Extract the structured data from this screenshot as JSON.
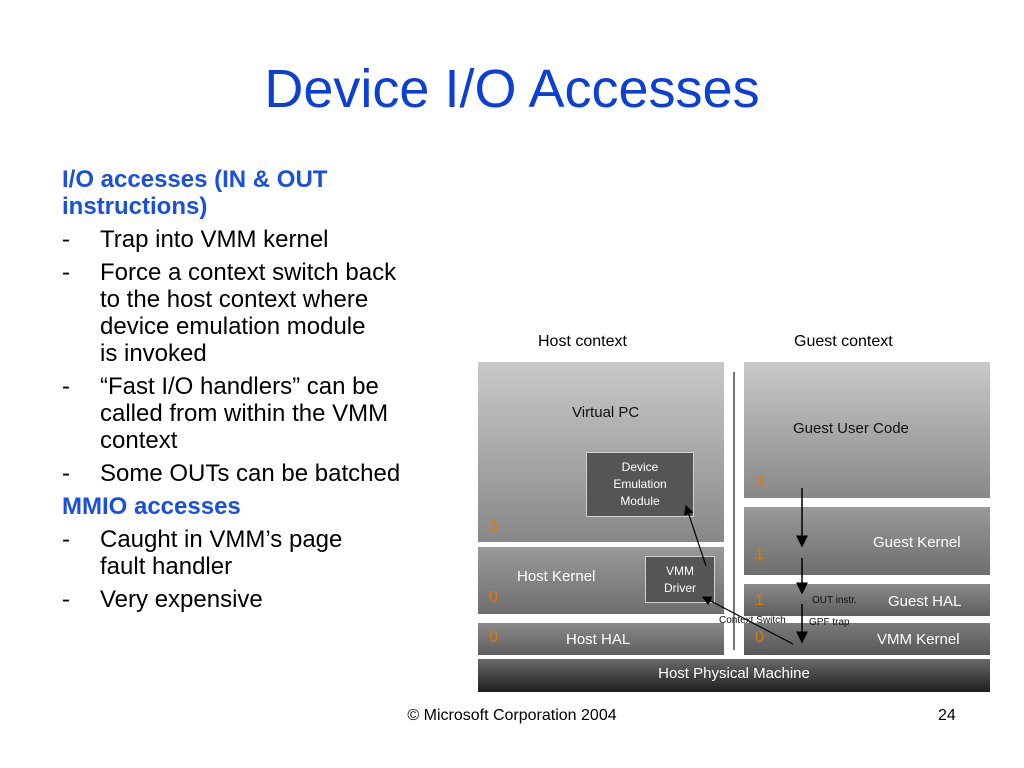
{
  "title": "Device I/O Accesses",
  "bullets": {
    "io_heading": [
      "I/O accesses (IN & OUT",
      "instructions)"
    ],
    "io_items": [
      {
        "dash": "-",
        "lines": [
          "Trap into VMM kernel"
        ]
      },
      {
        "dash": "-",
        "lines": [
          "Force a context switch back",
          "to the host context where",
          "device emulation module",
          "is invoked"
        ]
      },
      {
        "dash": "-",
        "lines": [
          "“Fast I/O handlers” can be",
          "called from within the VMM",
          "context"
        ]
      },
      {
        "dash": "-",
        "lines": [
          "Some OUTs can be batched"
        ]
      }
    ],
    "mmio_heading": "MMIO accesses",
    "mmio_items": [
      {
        "dash": "-",
        "lines": [
          "Caught in VMM’s page",
          "fault handler"
        ]
      },
      {
        "dash": "-",
        "lines": [
          "Very expensive"
        ]
      }
    ]
  },
  "diagram": {
    "host_context": "Host context",
    "guest_context": "Guest context",
    "virtual_pc": "Virtual PC",
    "device_emulation_module": [
      "Device",
      "Emulation",
      "Module"
    ],
    "host_kernel": "Host Kernel",
    "vmm_driver": [
      "VMM",
      "Driver"
    ],
    "host_hal": "Host HAL",
    "host_physical_machine": "Host Physical Machine",
    "guest_user_code": "Guest User Code",
    "guest_kernel": "Guest Kernel",
    "guest_hal": "Guest HAL",
    "vmm_kernel": "VMM Kernel",
    "out_instr": "OUT instr.",
    "gpf_trap": "GPF trap",
    "context_switch": "Context Switch",
    "rings": {
      "host_virtual_pc": "3",
      "host_kernel": "0",
      "host_hal": "0",
      "guest_user": "3",
      "guest_kernel": "1",
      "guest_hal": "1",
      "vmm_kernel": "0"
    },
    "ring_color": "#e07a00"
  },
  "footer": "© Microsoft Corporation 2004",
  "page_number": "24",
  "title_color": "#0b3fd8",
  "heading_color": "#1a4fe0"
}
